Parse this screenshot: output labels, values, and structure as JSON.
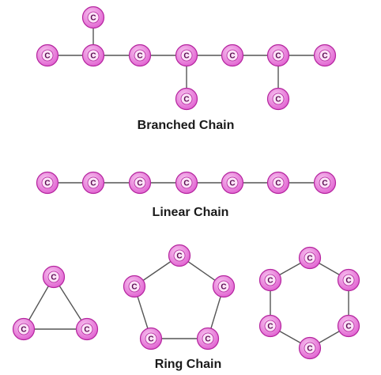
{
  "atom_label": "C",
  "colors": {
    "atom_fill_inner": "#f7c6ef",
    "atom_fill_outer": "#e05fd0",
    "atom_stroke": "#b5259f",
    "atom_text": "#5a0a50",
    "bond": "#555555"
  },
  "captions": {
    "branched": "Branched Chain",
    "linear": "Linear Chain",
    "ring": "Ring Chain"
  },
  "structures": [
    {
      "name": "branched-chain",
      "atom_count": 10
    },
    {
      "name": "linear-chain",
      "atom_count": 7
    },
    {
      "name": "ring-chain-3",
      "atom_count": 3
    },
    {
      "name": "ring-chain-5",
      "atom_count": 5
    },
    {
      "name": "ring-chain-6",
      "atom_count": 6
    }
  ]
}
